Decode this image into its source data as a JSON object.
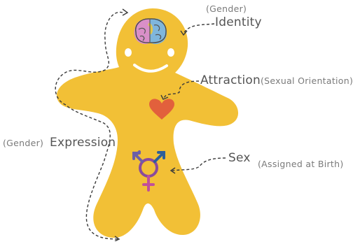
{
  "labels": {
    "gender_identity_prefix": "(Gender)",
    "identity": "Identity",
    "attraction": "Attraction",
    "attraction_note": "(Sexual Orientation)",
    "gender_expression_prefix": "(Gender)",
    "expression": "Expression",
    "sex": "Sex",
    "sex_note": "(Assigned at Birth)"
  },
  "colors": {
    "body": "#f2c036",
    "heart": "#e2603c",
    "symbol_blue": "#2e5f99",
    "symbol_purple": "#8a4b9b",
    "symbol_pink": "#c0509a",
    "face": "#ffffff",
    "arrow": "#3a3a3a"
  },
  "icons": [
    "brain-icon",
    "heart-icon",
    "transgender-symbol-icon"
  ]
}
